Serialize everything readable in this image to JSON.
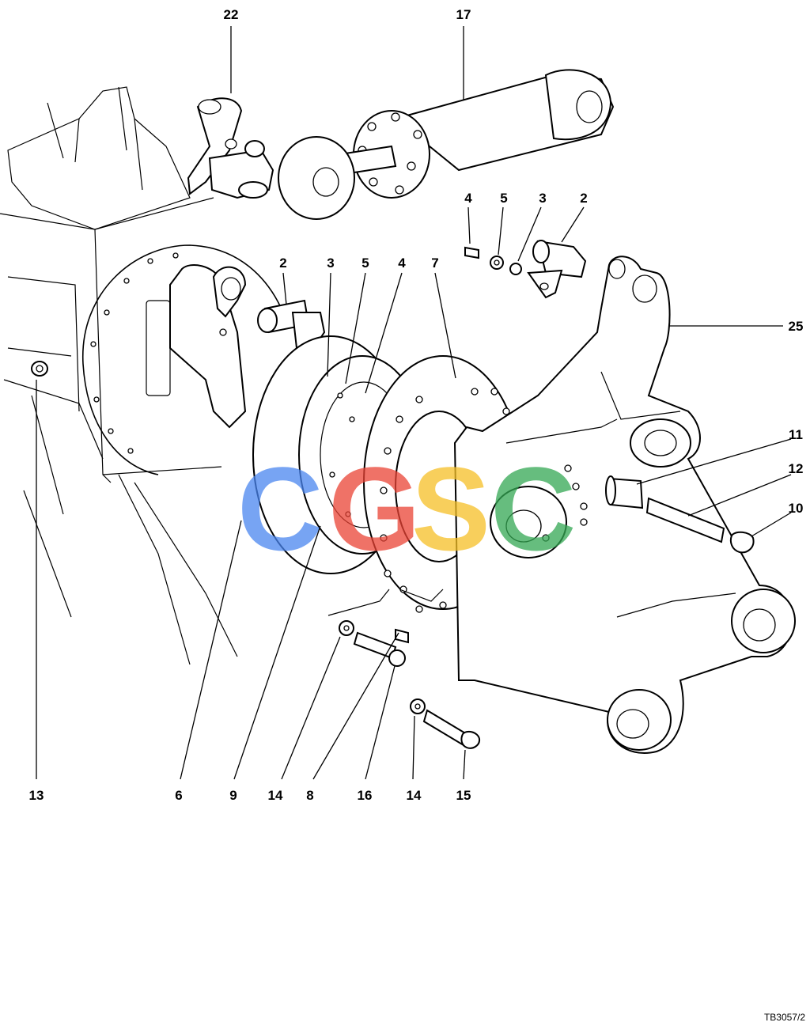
{
  "drawing": {
    "reference_code": "TB3057/2",
    "watermark": {
      "letters": [
        "C",
        "G",
        "S",
        "C"
      ],
      "colors": [
        "#4a86f0",
        "#ea4335",
        "#f6c026",
        "#34a853"
      ]
    }
  },
  "callouts": [
    {
      "label": "22"
    },
    {
      "label": "17"
    },
    {
      "label": "4"
    },
    {
      "label": "5"
    },
    {
      "label": "3"
    },
    {
      "label": "2"
    },
    {
      "label": "2"
    },
    {
      "label": "3"
    },
    {
      "label": "5"
    },
    {
      "label": "4"
    },
    {
      "label": "7"
    },
    {
      "label": "25"
    },
    {
      "label": "11"
    },
    {
      "label": "12"
    },
    {
      "label": "10"
    },
    {
      "label": "13"
    },
    {
      "label": "6"
    },
    {
      "label": "9"
    },
    {
      "label": "14"
    },
    {
      "label": "8"
    },
    {
      "label": "16"
    },
    {
      "label": "14"
    },
    {
      "label": "15"
    }
  ]
}
